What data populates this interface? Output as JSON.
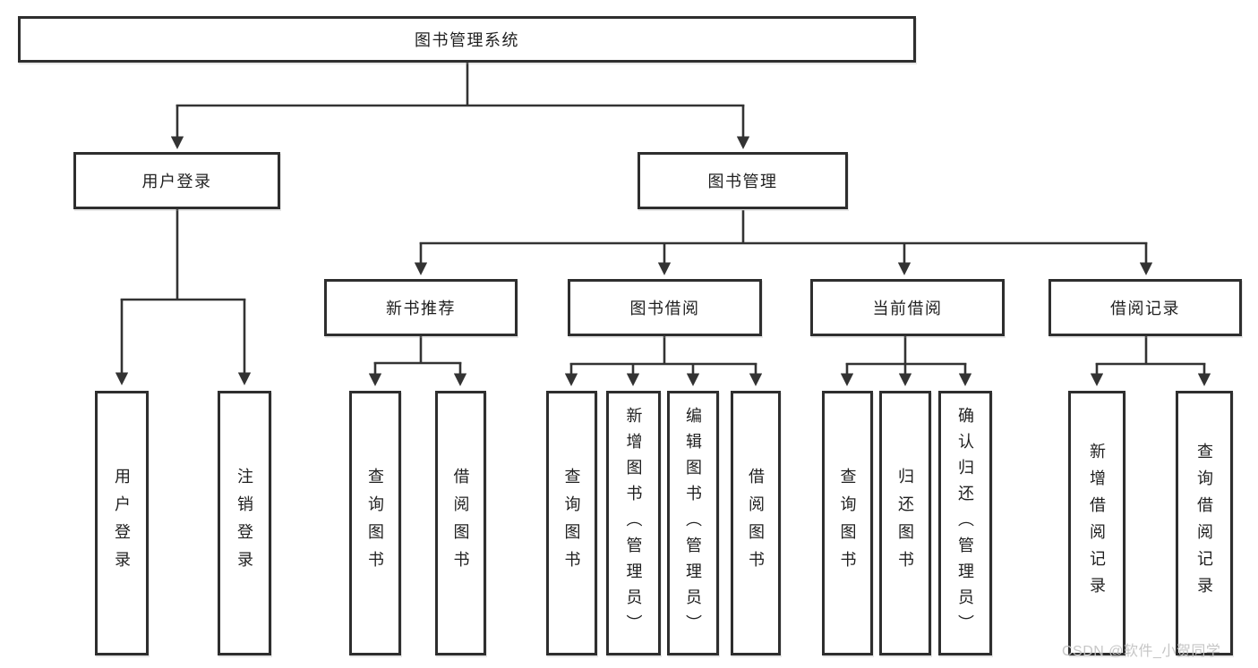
{
  "diagram": {
    "type": "tree-hierarchy",
    "root": {
      "label": "图书管理系统"
    },
    "level2": [
      {
        "id": "user-login",
        "label": "用户登录"
      },
      {
        "id": "book-management",
        "label": "图书管理"
      }
    ],
    "level3": [
      {
        "id": "new-book-recommend",
        "label": "新书推荐",
        "parent": "book-management"
      },
      {
        "id": "book-borrow",
        "label": "图书借阅",
        "parent": "book-management"
      },
      {
        "id": "current-borrow",
        "label": "当前借阅",
        "parent": "book-management"
      },
      {
        "id": "borrow-records",
        "label": "借阅记录",
        "parent": "book-management"
      }
    ],
    "leaves": [
      {
        "id": "user-login-leaf",
        "parent": "user-login",
        "label": "用户登录"
      },
      {
        "id": "logout-leaf",
        "parent": "user-login",
        "label": "注销登录"
      },
      {
        "id": "query-books-recommend",
        "parent": "new-book-recommend",
        "label": "查询图书"
      },
      {
        "id": "borrow-books-recommend",
        "parent": "new-book-recommend",
        "label": "借阅图书"
      },
      {
        "id": "query-books-borrow",
        "parent": "book-borrow",
        "label": "查询图书"
      },
      {
        "id": "add-books-admin",
        "parent": "book-borrow",
        "label": "新增图书（管理员）"
      },
      {
        "id": "edit-books-admin",
        "parent": "book-borrow",
        "label": "编辑图书（管理员）"
      },
      {
        "id": "borrow-books",
        "parent": "book-borrow",
        "label": "借阅图书"
      },
      {
        "id": "query-books-current",
        "parent": "current-borrow",
        "label": "查询图书"
      },
      {
        "id": "return-books",
        "parent": "current-borrow",
        "label": "归还图书"
      },
      {
        "id": "confirm-return-admin",
        "parent": "current-borrow",
        "label": "确认归还（管理员）"
      },
      {
        "id": "add-borrow-record",
        "parent": "borrow-records",
        "label": "新增借阅记录"
      },
      {
        "id": "query-borrow-record",
        "parent": "borrow-records",
        "label": "查询借阅记录"
      }
    ],
    "colors": {
      "line": "#333333",
      "box_border": "#2e2e2e",
      "box_fill": "#ffffff",
      "text": "#1f1f1f",
      "watermark": "#c3c3c3",
      "background": "#ffffff"
    },
    "watermark": "CSDN @软件_小贺同学"
  }
}
